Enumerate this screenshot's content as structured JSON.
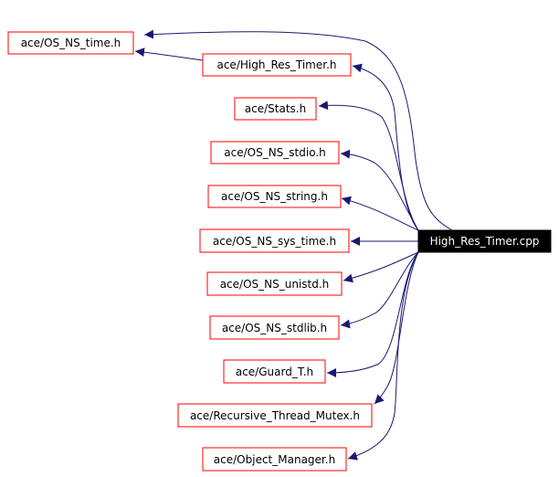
{
  "diagram": {
    "source": {
      "label": "High_Res_Timer.cpp",
      "fill": "#000000",
      "text_color": "#ffffff"
    },
    "node_border_color": "#ff0000",
    "edge_color": "#191970",
    "nodes": [
      {
        "id": "os_ns_time",
        "label": "ace/OS_NS_time.h"
      },
      {
        "id": "high_res_timer_h",
        "label": "ace/High_Res_Timer.h"
      },
      {
        "id": "stats_h",
        "label": "ace/Stats.h"
      },
      {
        "id": "os_ns_stdio",
        "label": "ace/OS_NS_stdio.h"
      },
      {
        "id": "os_ns_string",
        "label": "ace/OS_NS_string.h"
      },
      {
        "id": "os_ns_sys_time",
        "label": "ace/OS_NS_sys_time.h"
      },
      {
        "id": "os_ns_unistd",
        "label": "ace/OS_NS_unistd.h"
      },
      {
        "id": "os_ns_stdlib",
        "label": "ace/OS_NS_stdlib.h"
      },
      {
        "id": "guard_t",
        "label": "ace/Guard_T.h"
      },
      {
        "id": "recursive_thread_mutex",
        "label": "ace/Recursive_Thread_Mutex.h"
      },
      {
        "id": "object_manager",
        "label": "ace/Object_Manager.h"
      }
    ],
    "edges": [
      {
        "from": "High_Res_Timer.cpp",
        "to": "ace/OS_NS_time.h"
      },
      {
        "from": "High_Res_Timer.cpp",
        "to": "ace/High_Res_Timer.h"
      },
      {
        "from": "ace/High_Res_Timer.h",
        "to": "ace/OS_NS_time.h"
      },
      {
        "from": "High_Res_Timer.cpp",
        "to": "ace/Stats.h"
      },
      {
        "from": "High_Res_Timer.cpp",
        "to": "ace/OS_NS_stdio.h"
      },
      {
        "from": "High_Res_Timer.cpp",
        "to": "ace/OS_NS_string.h"
      },
      {
        "from": "High_Res_Timer.cpp",
        "to": "ace/OS_NS_sys_time.h"
      },
      {
        "from": "High_Res_Timer.cpp",
        "to": "ace/OS_NS_unistd.h"
      },
      {
        "from": "High_Res_Timer.cpp",
        "to": "ace/OS_NS_stdlib.h"
      },
      {
        "from": "High_Res_Timer.cpp",
        "to": "ace/Guard_T.h"
      },
      {
        "from": "High_Res_Timer.cpp",
        "to": "ace/Recursive_Thread_Mutex.h"
      },
      {
        "from": "High_Res_Timer.cpp",
        "to": "ace/Object_Manager.h"
      }
    ]
  }
}
